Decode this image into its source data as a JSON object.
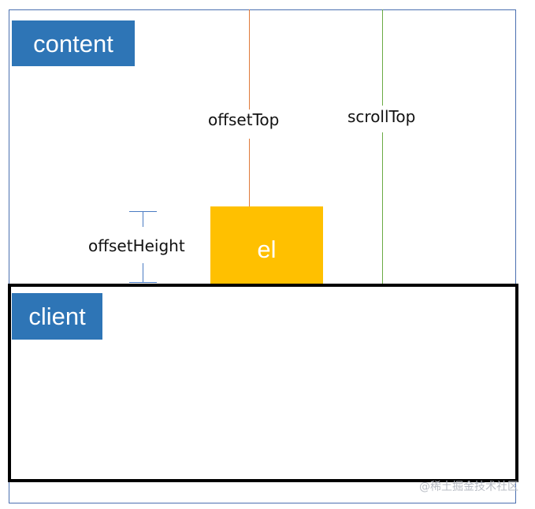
{
  "diagram": {
    "content_label": "content",
    "client_label": "client",
    "element_label": "el",
    "offset_top_label": "offsetTop",
    "scroll_top_label": "scrollTop",
    "offset_height_label": "offsetHeight",
    "watermark": "@稀土掘金技术社区"
  },
  "colors": {
    "label_blue": "#2e75b6",
    "element_yellow": "#ffc000",
    "offset_top_line": "#e07a3a",
    "scroll_top_line": "#6aaa44",
    "offset_height_bracket": "#4a7bc2",
    "client_border": "#000000"
  }
}
